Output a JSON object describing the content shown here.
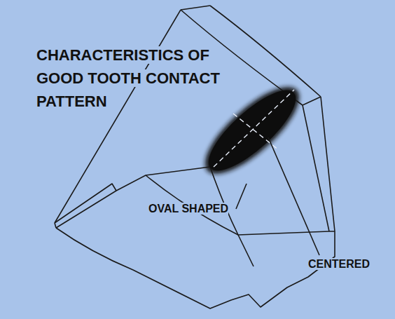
{
  "diagram": {
    "title": "CHARACTERISTICS OF GOOD TOOTH CONTACT PATTERN",
    "labels": [
      "OVAL SHAPED",
      "CENTERED"
    ]
  }
}
